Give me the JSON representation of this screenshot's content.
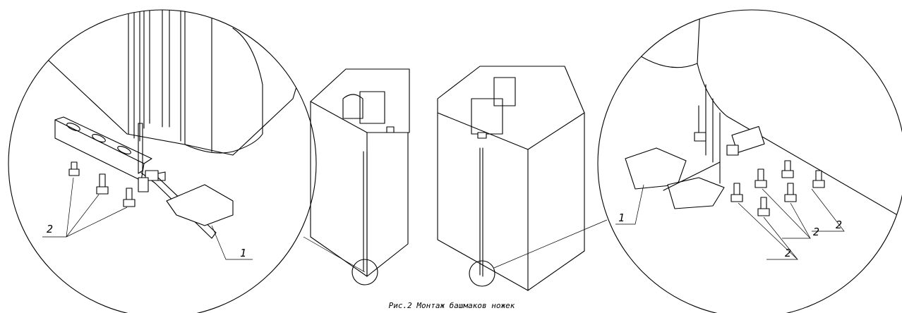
{
  "figure": {
    "caption": "Рис.2 Монтаж башмаков ножек"
  },
  "left_detail": {
    "callouts": [
      "2",
      "1"
    ]
  },
  "right_detail": {
    "callouts": [
      "1",
      "2",
      "2",
      "2"
    ]
  }
}
